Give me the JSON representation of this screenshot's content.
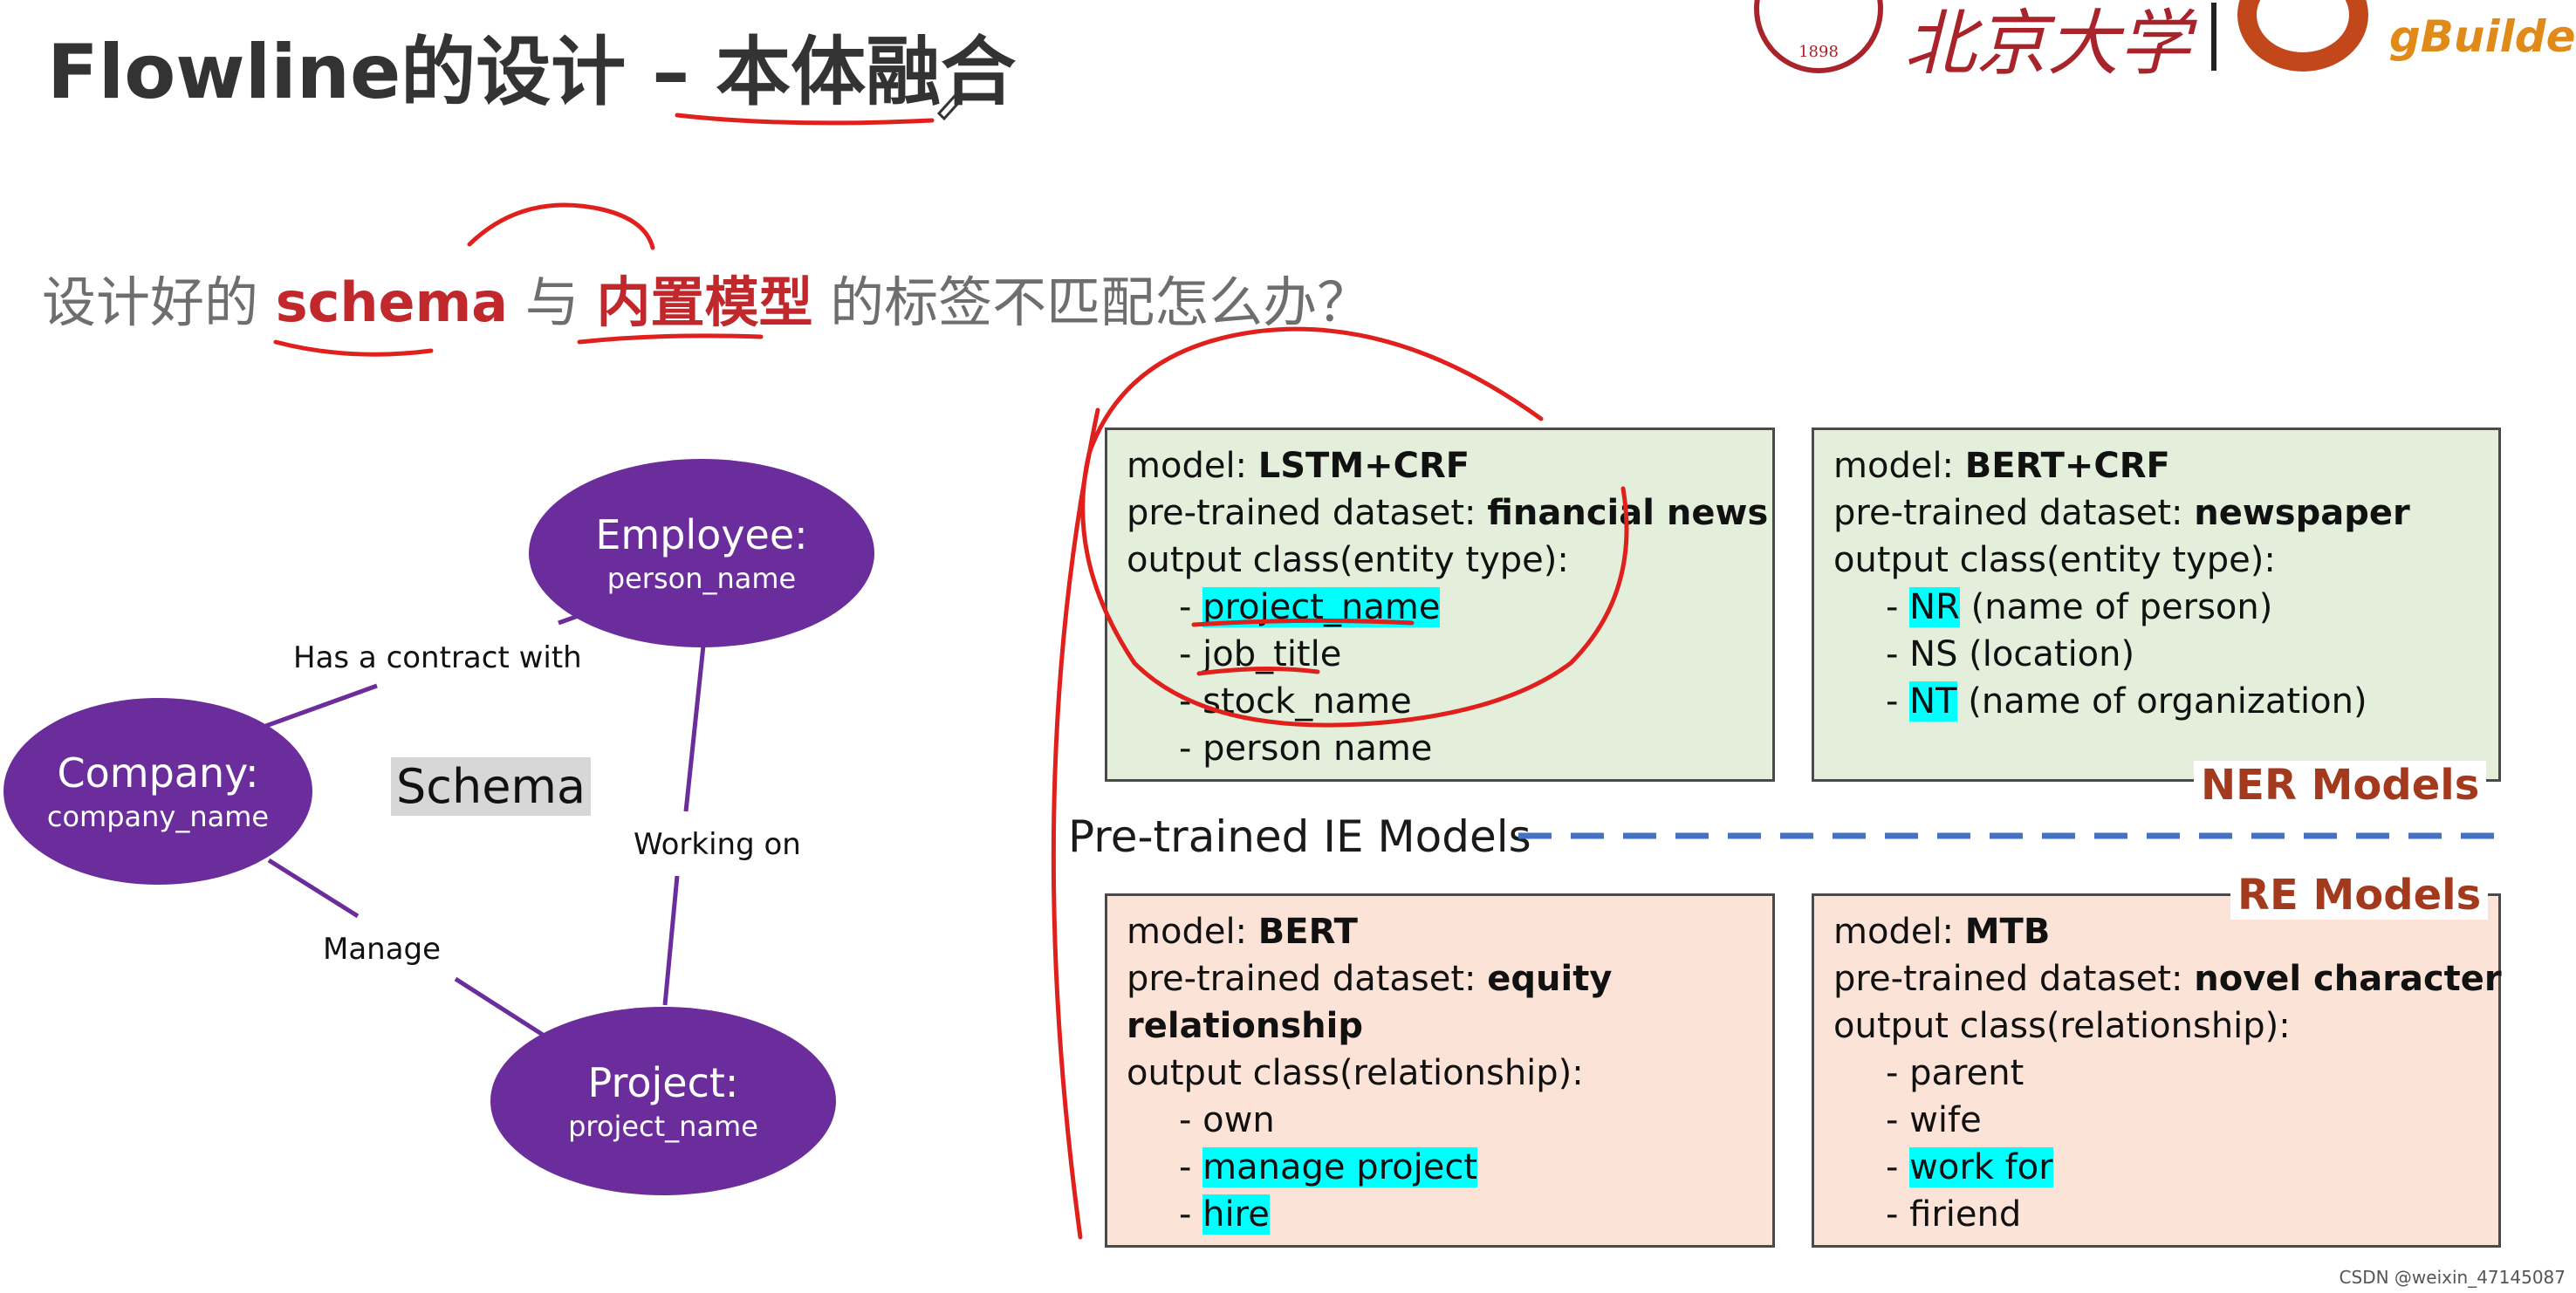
{
  "title": "Flowline的设计 – 本体融合",
  "logo": {
    "seal_year": "1898",
    "university": "北京大学",
    "brand": "gBuilde"
  },
  "question": {
    "prefix": "设计好的 ",
    "schema_word": "schema",
    "middle": " 与 ",
    "model_word": "内置模型",
    "suffix": " 的标签不匹配怎么办？"
  },
  "schema_graph": {
    "center_label": "Schema",
    "nodes": {
      "employee": {
        "title": "Employee:",
        "sub": "person_name"
      },
      "company": {
        "title": "Company:",
        "sub": "company_name"
      },
      "project": {
        "title": "Project:",
        "sub": "project_name"
      }
    },
    "edges": {
      "contract": "Has a contract with",
      "working": "Working on",
      "manage": "Manage"
    }
  },
  "divider_label": "Pre-trained IE Models",
  "section_labels": {
    "ner": "NER Models",
    "re": "RE Models"
  },
  "boxes": {
    "lstm": {
      "model_label": "model: ",
      "model": "LSTM+CRF",
      "dataset_label": "pre-trained dataset: ",
      "dataset": "financial news",
      "output_label": "output class(entity type):",
      "items": [
        "project_name",
        "job_title",
        "stock_name",
        "person name"
      ],
      "highlighted": [
        0
      ]
    },
    "bert_crf": {
      "model_label": "model: ",
      "model": "BERT+CRF",
      "dataset_label": "pre-trained dataset: ",
      "dataset": "newspaper",
      "output_label": "output class(entity type):",
      "items": [
        {
          "code": "NR",
          "desc": " (name of person)"
        },
        {
          "code": "NS",
          "desc": " (location)"
        },
        {
          "code": "NT",
          "desc": " (name of organization)"
        }
      ],
      "highlighted": [
        0,
        2
      ]
    },
    "bert": {
      "model_label": "model: ",
      "model": "BERT",
      "dataset_label": "pre-trained dataset: ",
      "dataset_1": "equity",
      "dataset_2": "relationship",
      "output_label": "output class(relationship):",
      "items": [
        "own",
        "manage project",
        "hire"
      ],
      "highlighted": [
        1,
        2
      ]
    },
    "mtb": {
      "model_label": "model: ",
      "model": "MTB",
      "dataset_label": "pre-trained dataset: ",
      "dataset": "novel character",
      "output_label": "output class(relationship):",
      "items": [
        "parent",
        "wife",
        "work for",
        "firiend"
      ],
      "highlighted": [
        2
      ]
    }
  },
  "footer": "CSDN @weixin_47145087",
  "colors": {
    "node_purple": "#6b2d9b",
    "ner_green": "#e3efdb",
    "re_peach": "#fbe3d8",
    "highlight_cyan": "#00ffff",
    "annotation_red": "#e0201c",
    "divider_blue": "#4472c4",
    "section_brown": "#a33a1e"
  }
}
